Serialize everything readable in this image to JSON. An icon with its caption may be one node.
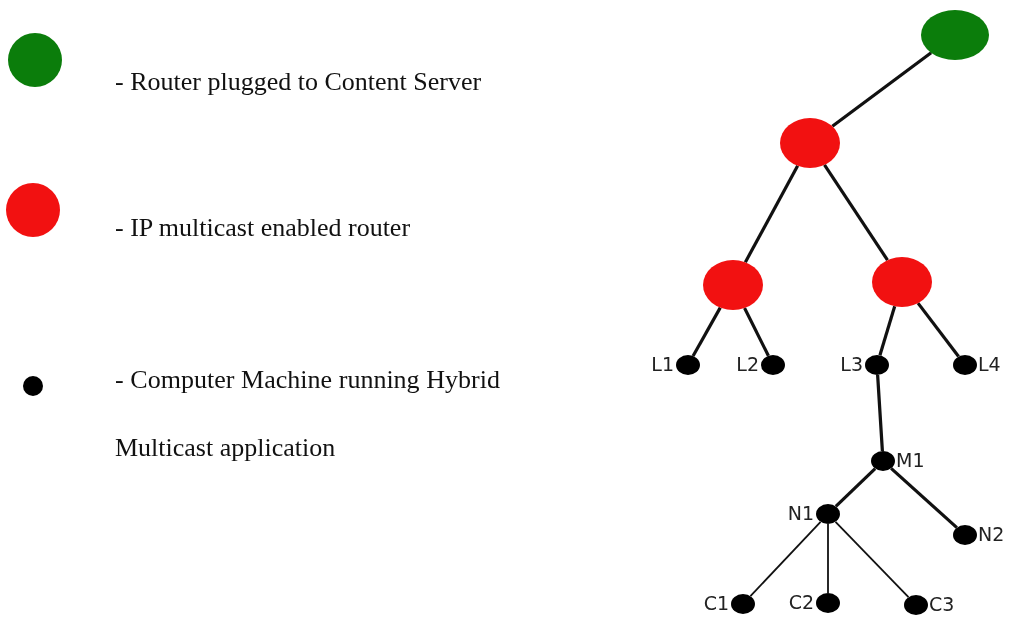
{
  "diagram": {
    "nodes": [
      {
        "text": [],
        "shape": "circle"
      },
      {
        "text": [],
        "shape": "circle"
      },
      {
        "text": [],
        "shape": "circle"
      },
      {
        "text": [],
        "shape": "circle"
      },
      {
        "text": [],
        "shape": "circle",
        "beside": [
          "L1"
        ]
      },
      {
        "text": [],
        "shape": "circle",
        "beside": [
          "L2"
        ]
      },
      {
        "text": [],
        "shape": "circle",
        "beside": [
          "L3"
        ]
      },
      {
        "text": [],
        "shape": "circle",
        "beside": [
          "L4"
        ]
      },
      {
        "text": [],
        "shape": "circle",
        "beside": [
          "M1"
        ]
      },
      {
        "text": [],
        "shape": "circle",
        "beside": [
          "N1"
        ]
      },
      {
        "text": [],
        "shape": "circle",
        "beside": [
          "N2"
        ]
      },
      {
        "text": [],
        "shape": "circle",
        "beside": [
          "C1"
        ]
      },
      {
        "text": [],
        "shape": "circle",
        "beside": [
          "C2"
        ]
      },
      {
        "text": [],
        "shape": "circle",
        "beside": [
          "C3"
        ]
      }
    ],
    "edges": [
      {
        "from": 0,
        "to": 1,
        "arrow": "none"
      },
      {
        "from": 1,
        "to": 2,
        "arrow": "none"
      },
      {
        "from": 1,
        "to": 3,
        "arrow": "none"
      },
      {
        "from": 2,
        "to": 4,
        "arrow": "none"
      },
      {
        "from": 2,
        "to": 5,
        "arrow": "none"
      },
      {
        "from": 3,
        "to": 6,
        "arrow": "none"
      },
      {
        "from": 3,
        "to": 7,
        "arrow": "none"
      },
      {
        "from": 6,
        "to": 8,
        "arrow": "none"
      },
      {
        "from": 8,
        "to": 9,
        "arrow": "none"
      },
      {
        "from": 8,
        "to": 10,
        "arrow": "none"
      },
      {
        "from": 9,
        "to": 11,
        "arrow": "none"
      },
      {
        "from": 9,
        "to": 12,
        "arrow": "none"
      },
      {
        "from": 9,
        "to": 13,
        "arrow": "none"
      }
    ],
    "legend": [
      {
        "text": "- Router plugged to Content Server",
        "color": "#0b7d0b"
      },
      {
        "text": "- IP multicast enabled router",
        "color": "#f21111"
      },
      {
        "text": "- Computer Machine running Hybrid Multicast application",
        "color": "#000000"
      }
    ]
  }
}
